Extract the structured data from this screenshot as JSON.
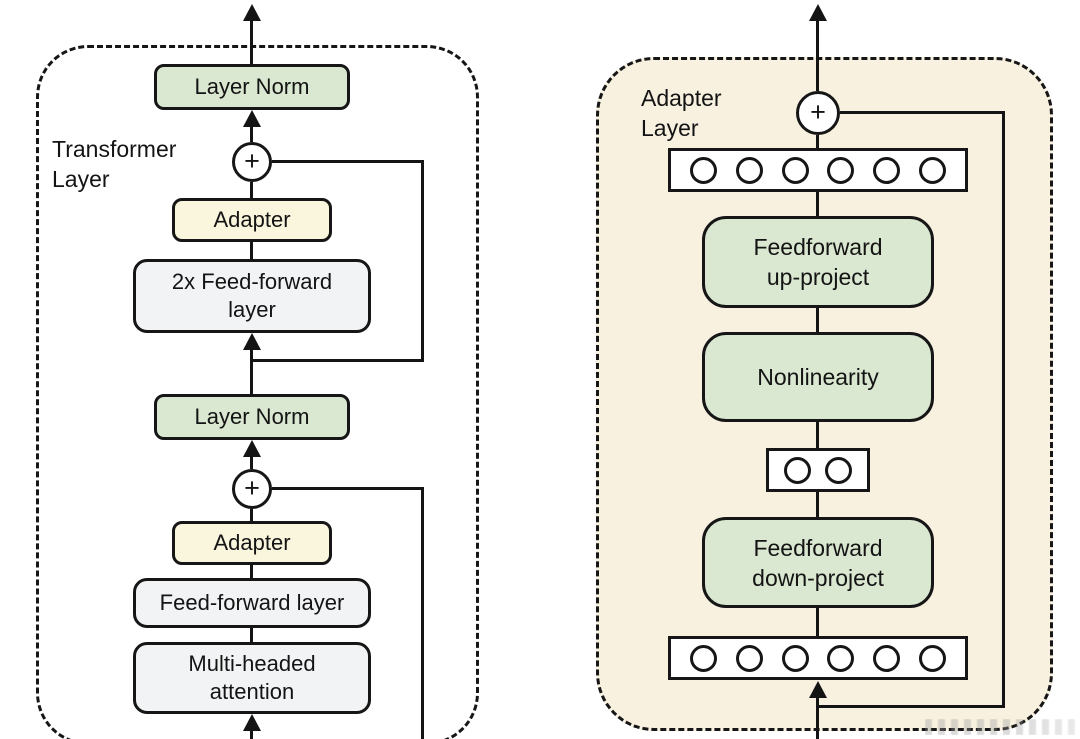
{
  "colors": {
    "green_box": "#dae7d1",
    "cream_box": "#faf6dd",
    "gray_box": "#f2f3f5",
    "panel_cream": "#f8f1e0",
    "line": "#141414"
  },
  "left_panel": {
    "label": "Transformer\nLayer",
    "layer_norm_top": "Layer Norm",
    "plus_top": "+",
    "adapter_top": "Adapter",
    "feed_forward_2x": "2x Feed-forward\nlayer",
    "layer_norm_bottom": "Layer Norm",
    "plus_bottom": "+",
    "adapter_bottom": "Adapter",
    "feed_forward": "Feed-forward layer",
    "multi_headed_attention": "Multi-headed\nattention"
  },
  "right_panel": {
    "label": "Adapter\nLayer",
    "plus": "+",
    "feature_row_top_count": 6,
    "feedforward_up": "Feedforward\nup-project",
    "nonlinearity": "Nonlinearity",
    "bottleneck_row_count": 2,
    "feedforward_down": "Feedforward\ndown-project",
    "feature_row_bottom_count": 6
  }
}
